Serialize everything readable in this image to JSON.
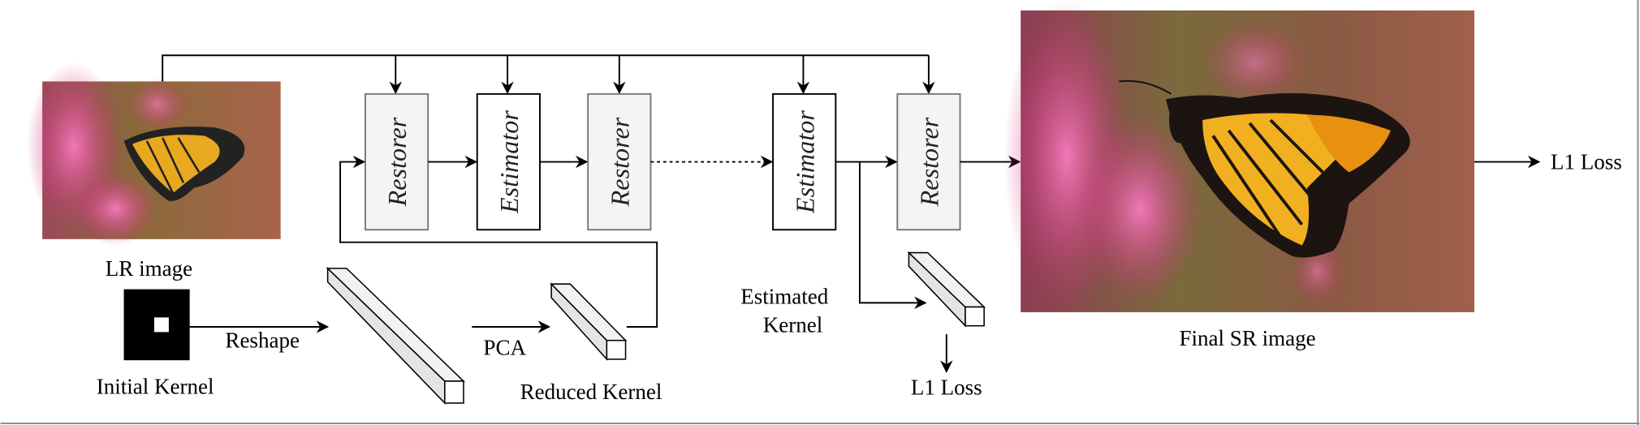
{
  "labels": {
    "lr_image": "LR image",
    "initial_kernel": "Initial Kernel",
    "reshape": "Reshape",
    "pca": "PCA",
    "reduced_kernel": "Reduced Kernel",
    "estimated_kernel_line1": "Estimated",
    "estimated_kernel_line2": "Kernel",
    "l1_loss_kernel": "L1 Loss",
    "final_sr_image": "Final SR image",
    "l1_loss_image": "L1 Loss"
  },
  "blocks": [
    {
      "label": "Restorer",
      "type": "restorer"
    },
    {
      "label": "Estimator",
      "type": "estimator"
    },
    {
      "label": "Restorer",
      "type": "restorer"
    },
    {
      "label": "Estimator",
      "type": "estimator"
    },
    {
      "label": "Restorer",
      "type": "restorer"
    }
  ],
  "colors": {
    "restorer_fill": "#f4f4f4",
    "estimator_fill": "#ffffff",
    "prism_side": "#e4e4e4",
    "prism_top": "#f2f2f2"
  }
}
